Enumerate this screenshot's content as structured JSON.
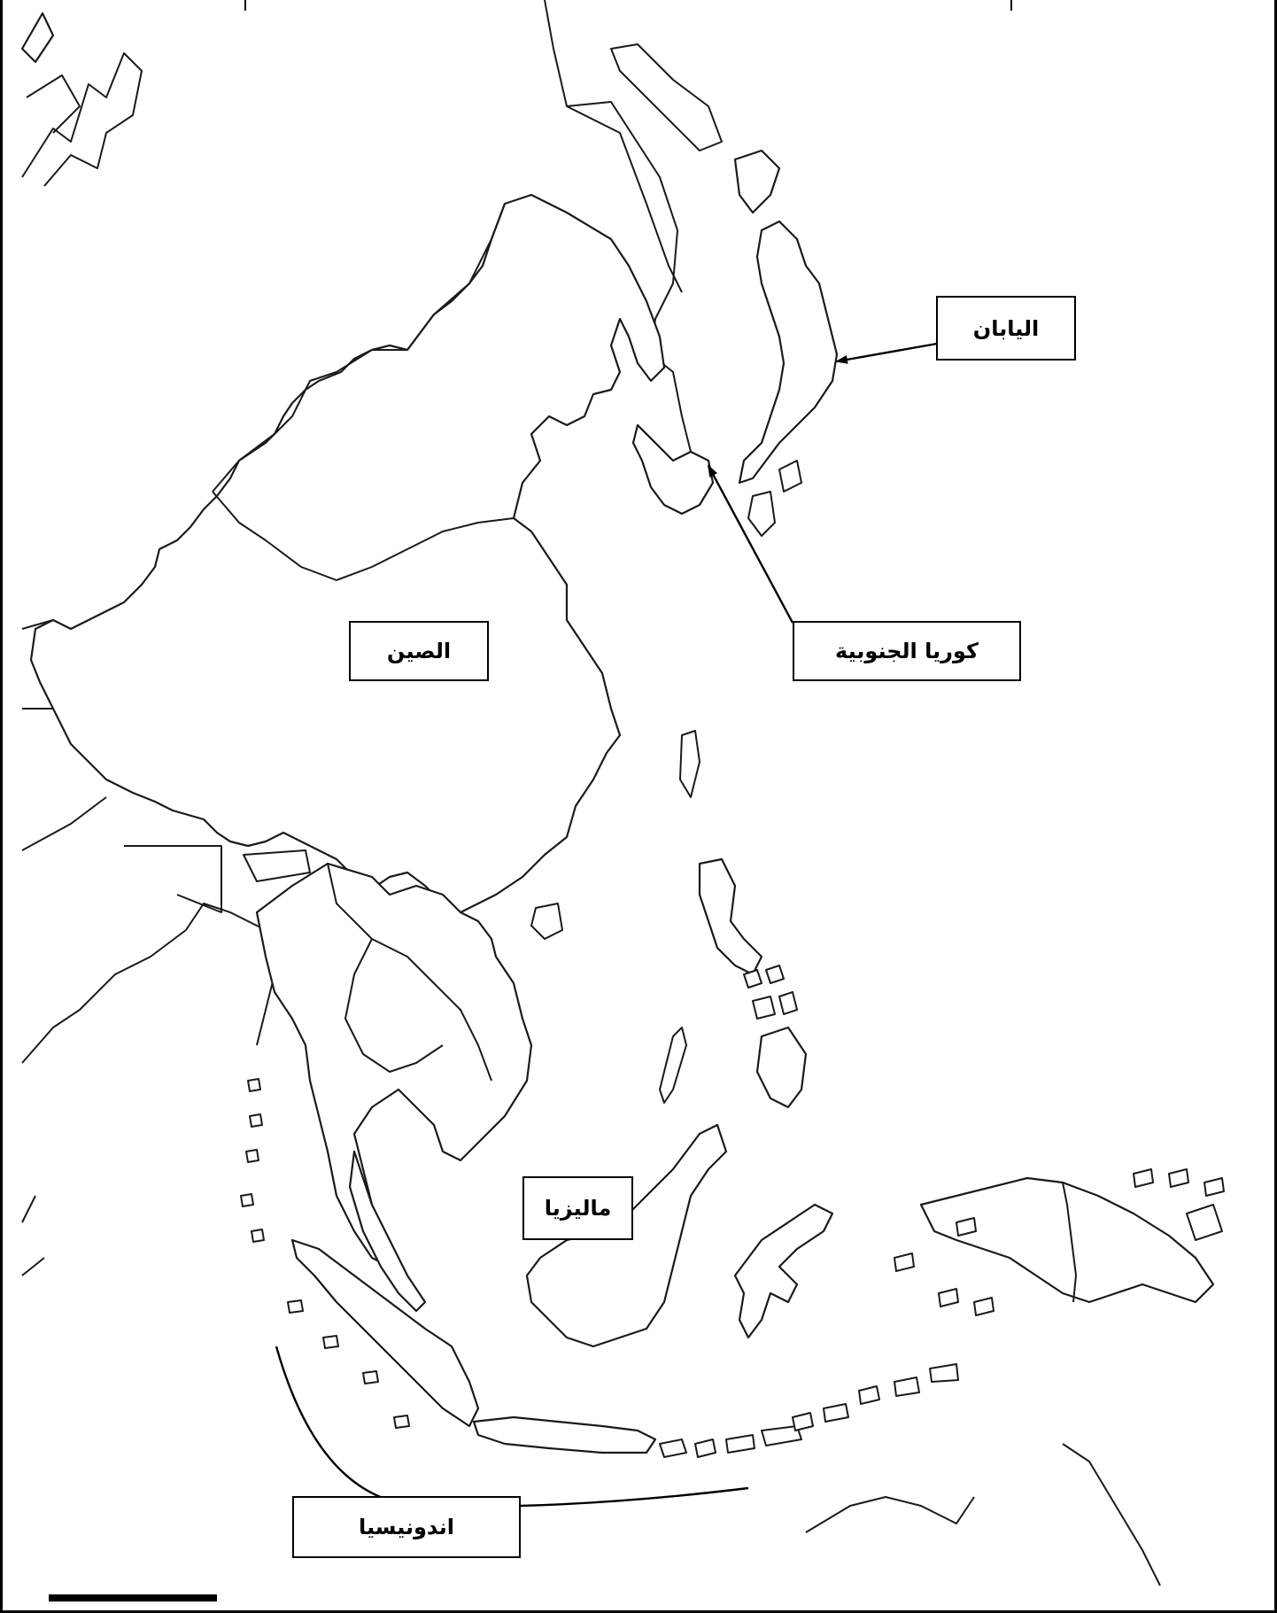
{
  "map": {
    "labels": {
      "japan": "اليابان",
      "south_korea": "كوريا الجنوبية",
      "china": "الصين",
      "malaysia": "ماليزيا",
      "indonesia": "اندونيسيا"
    },
    "colors": {
      "land_fill": "#ffffff",
      "outline": "#1a1a1a",
      "label_border": "#000000"
    }
  }
}
